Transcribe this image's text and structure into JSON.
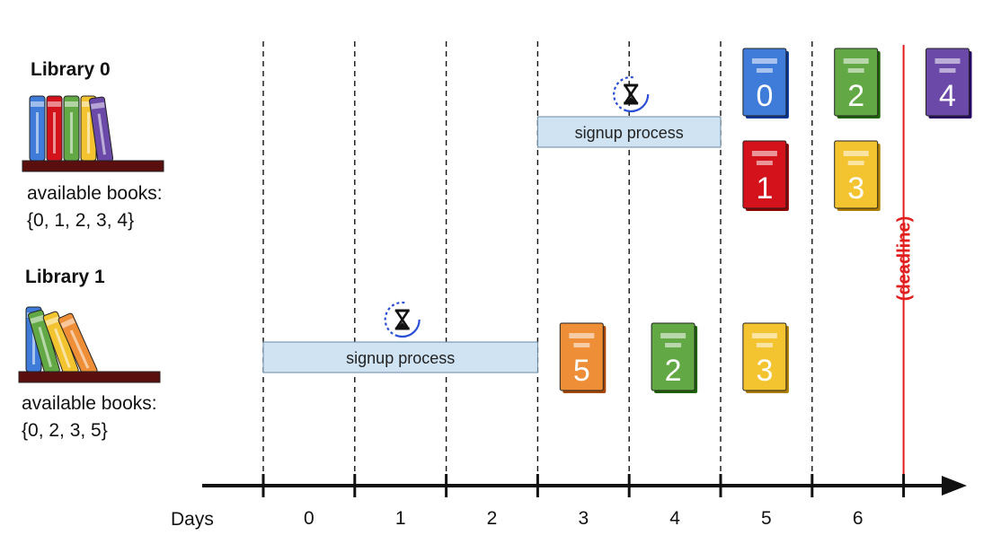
{
  "libraries": [
    {
      "title": "Library 0",
      "available_label": "available books:",
      "available_set": "{0, 1, 2, 3, 4}",
      "signup_label": "signup process",
      "signup_start_day": 3,
      "signup_end_day": 5,
      "shelf_books": [
        "blue",
        "red",
        "green",
        "yellow",
        "purple"
      ],
      "scanned_books": [
        {
          "id": "0",
          "day": 5,
          "slot": 0,
          "color": "blue"
        },
        {
          "id": "1",
          "day": 5,
          "slot": 1,
          "color": "red"
        },
        {
          "id": "2",
          "day": 6,
          "slot": 0,
          "color": "green"
        },
        {
          "id": "3",
          "day": 6,
          "slot": 1,
          "color": "yellow"
        },
        {
          "id": "4",
          "day": 7,
          "slot": 0,
          "color": "purple"
        }
      ]
    },
    {
      "title": "Library 1",
      "available_label": "available books:",
      "available_set": "{0, 2, 3, 5}",
      "signup_label": "signup process",
      "signup_start_day": 0,
      "signup_end_day": 3,
      "shelf_books": [
        "blue",
        "green",
        "yellow",
        "orange"
      ],
      "scanned_books": [
        {
          "id": "5",
          "day": 3,
          "slot": 0,
          "color": "orange"
        },
        {
          "id": "2",
          "day": 4,
          "slot": 0,
          "color": "green"
        },
        {
          "id": "3",
          "day": 5,
          "slot": 0,
          "color": "yellow"
        }
      ]
    }
  ],
  "timeline": {
    "axis_label": "Days",
    "days": [
      "0",
      "1",
      "2",
      "3",
      "4",
      "5",
      "6"
    ],
    "deadline_label": "(deadline)",
    "deadline_day": 7
  },
  "icons": {
    "signup_icon": "hourglass-icon"
  },
  "colors": {
    "blue": "#3f7bd9",
    "red": "#d3121c",
    "green": "#62a845",
    "yellow": "#f3c330",
    "purple": "#6a49a8",
    "orange": "#ee8e37",
    "signup_fill": "#cfe3f3",
    "shelf": "#5a0e0e",
    "deadline": "#e11d1d",
    "hourglass_ring": "#2b4fd6"
  }
}
